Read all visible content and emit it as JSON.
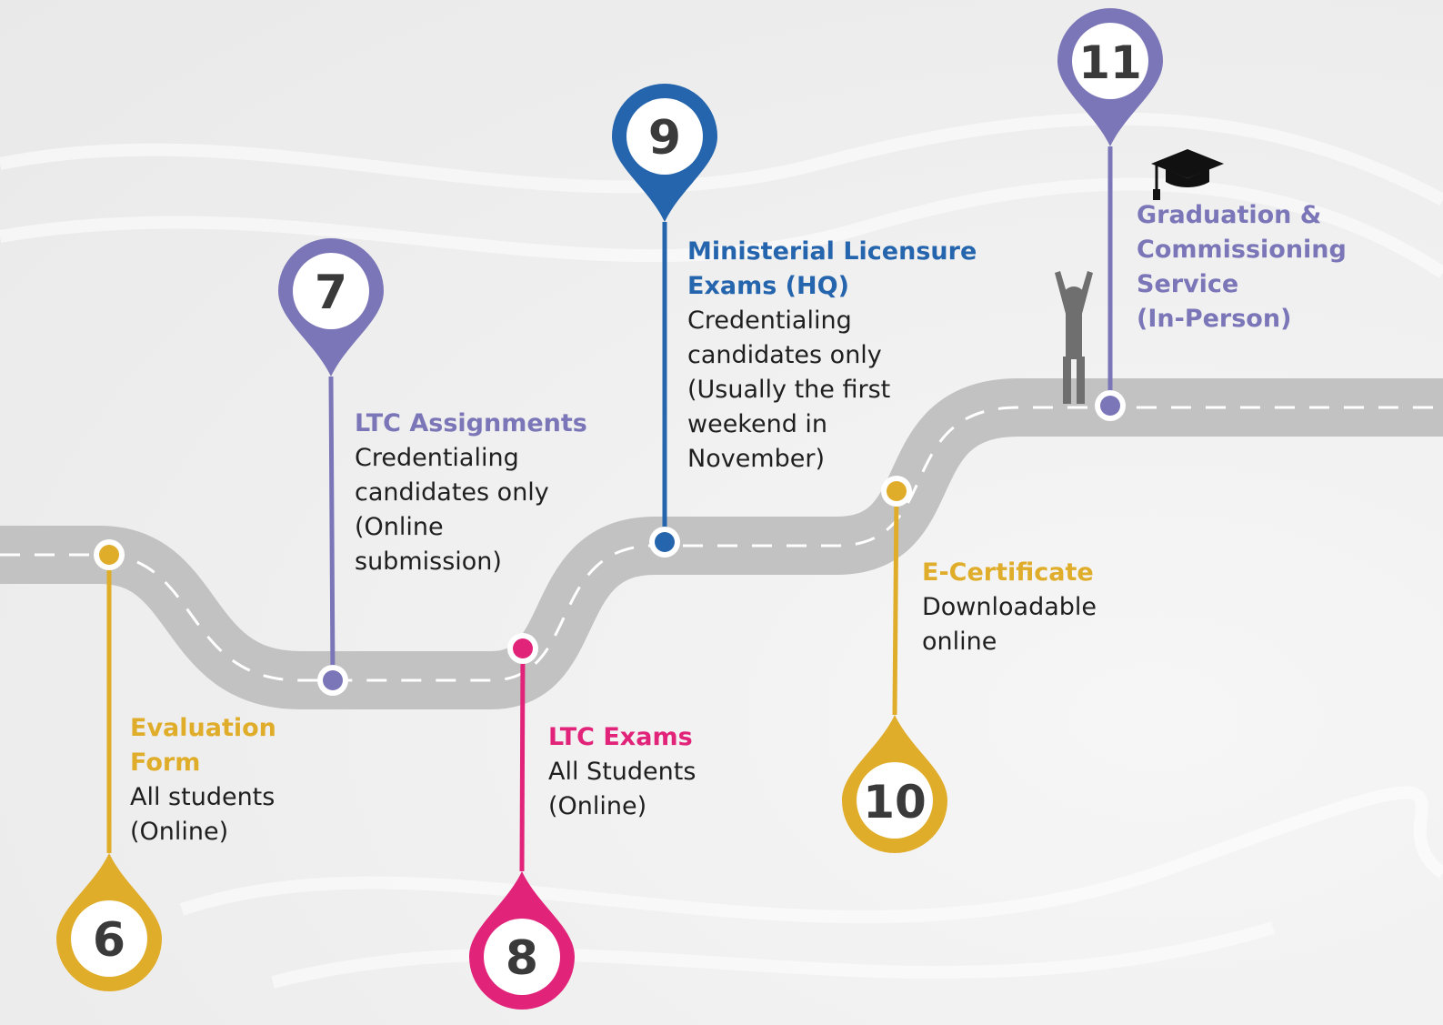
{
  "colors": {
    "road": "#c2c2c2",
    "road_dash": "#ffffff",
    "gold": "#e0ad2b",
    "purple": "#7b76b8",
    "blue": "#2565ad",
    "pink": "#e2237a",
    "figure": "#6f6f6f",
    "cap": "#111111"
  },
  "milestones": [
    {
      "num": "6",
      "title": "Evaluation\nForm",
      "body": "All students\n(Online)",
      "color": "gold"
    },
    {
      "num": "7",
      "title": "LTC Assignments",
      "body": "Credentialing\ncandidates only\n(Online\nsubmission)",
      "color": "purple"
    },
    {
      "num": "8",
      "title": "LTC Exams",
      "body": "All Students\n(Online)",
      "color": "pink"
    },
    {
      "num": "9",
      "title": "Ministerial Licensure\nExams (HQ)",
      "body": "Credentialing\ncandidates only\n(Usually the first\nweekend in\nNovember)",
      "color": "blue"
    },
    {
      "num": "10",
      "title": "E-Certificate",
      "body": "Downloadable\nonline",
      "color": "gold"
    },
    {
      "num": "11",
      "title": "Graduation &\nCommissioning\nService\n(In-Person)",
      "body": "",
      "color": "purple"
    }
  ],
  "icons": {
    "person": "person-arms-raised-icon",
    "cap": "graduation-cap-icon"
  }
}
